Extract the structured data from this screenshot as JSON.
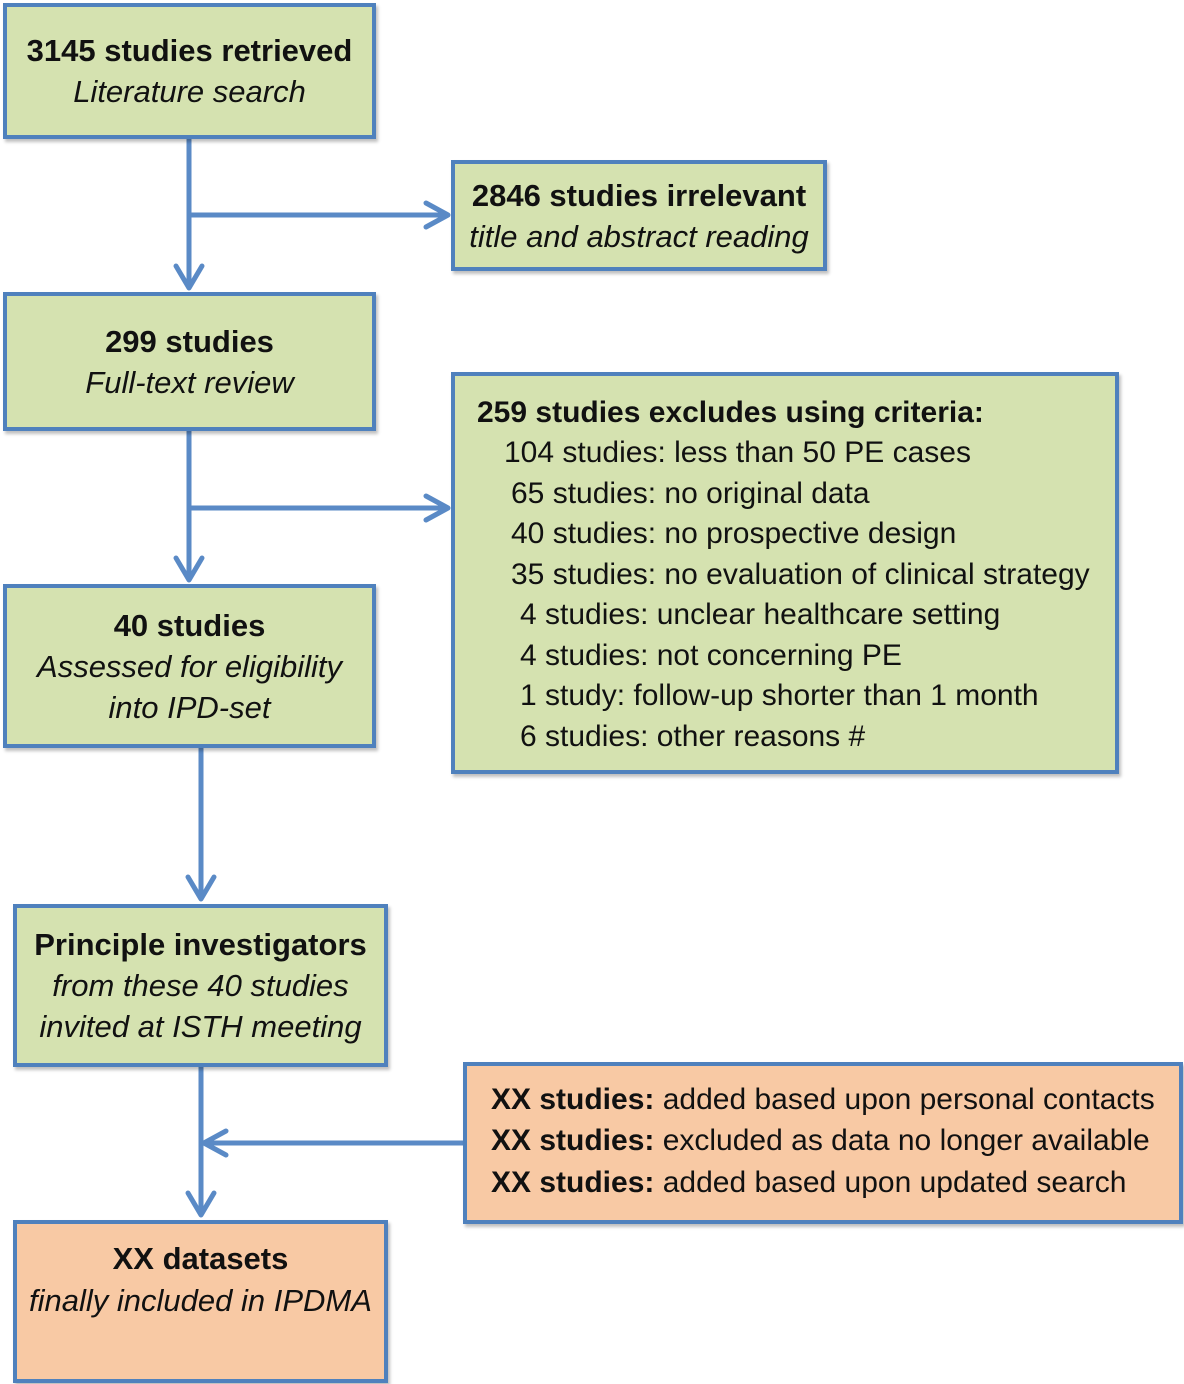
{
  "boxes": {
    "retrieved": {
      "title": "3145 studies retrieved",
      "subtitle": "Literature search"
    },
    "irrelevant": {
      "title": "2846 studies irrelevant",
      "subtitle": "title and abstract reading"
    },
    "fulltext": {
      "title": "299 studies",
      "subtitle": "Full-text review"
    },
    "excluded": {
      "title": "259 studies excludes using criteria:",
      "items": [
        "104 studies: less than 50 PE cases",
        "65 studies: no original data",
        "40 studies: no prospective design",
        "35 studies: no evaluation of clinical strategy",
        "4 studies: unclear healthcare setting",
        "4 studies: not concerning PE",
        "1 study: follow-up shorter than 1 month",
        "6 studies: other reasons #"
      ]
    },
    "eligibility": {
      "title": "40 studies",
      "subtitle_lines": [
        "Assessed for eligibility",
        "into IPD-set"
      ]
    },
    "investigators": {
      "title": "Principle investigators",
      "subtitle_lines": [
        "from these 40 studies",
        "invited at ISTH meeting"
      ]
    },
    "adjustments": {
      "items": [
        {
          "label": "XX studies:",
          "text": " added based upon personal contacts"
        },
        {
          "label": "XX studies:",
          "text": " excluded as data no longer available"
        },
        {
          "label": "XX studies:",
          "text": " added based upon updated search"
        }
      ]
    },
    "final": {
      "title": "XX datasets",
      "subtitle": "finally included in IPDMA"
    }
  },
  "colors": {
    "box_fill_green": "#d5e2b0",
    "box_fill_orange": "#f8c9a4",
    "border_blue": "#4f81bd",
    "arrow_blue": "#5a8ac6"
  }
}
